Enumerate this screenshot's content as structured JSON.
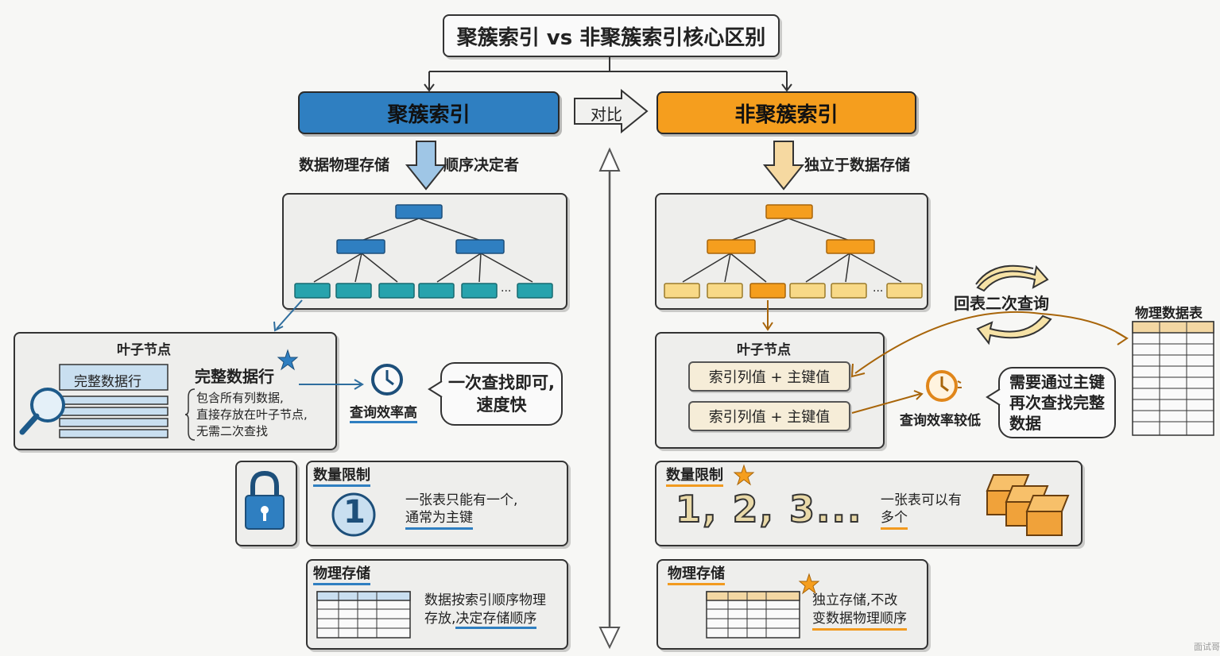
{
  "title": "聚簇索引 vs 非聚簇索引核心区别",
  "compare_label": "对比",
  "colors": {
    "clustered": "#2f7fc1",
    "nonclustered": "#f59e1e",
    "leaf_blue": "#27a3ad",
    "leaf_orange": "#f8d987"
  },
  "clustered": {
    "header": "聚簇索引",
    "arrow_left": "数据物理存储",
    "arrow_right": "顺序决定者",
    "leaf": {
      "heading": "叶子节点",
      "row_label": "完整数据行",
      "main": "完整数据行",
      "desc": [
        "包含所有列数据,",
        "直接存放在叶子节点,",
        "无需二次查找"
      ],
      "efficiency": "查询效率高",
      "bubble": [
        "一次查找即可,",
        "速度快"
      ]
    },
    "limit": {
      "heading": "数量限制",
      "number": "1",
      "text1": "一张表只能有一个,",
      "text2": "通常为主键"
    },
    "storage": {
      "heading": "物理存储",
      "text1": "数据按索引顺序物理",
      "text2_plain": "存放,",
      "text2_hl": "决定存储顺序"
    }
  },
  "nonclustered": {
    "header": "非聚簇索引",
    "arrow_label": "独立于数据存储",
    "leaf": {
      "heading": "叶子节点",
      "pill1": "索引列值 + 主键值",
      "pill2": "索引列值 + 主键值",
      "efficiency": "查询效率较低",
      "bubble": [
        "需要通过主键",
        "再次查找完整",
        "数据"
      ]
    },
    "lookup_label": "回表二次查询",
    "table_label": "物理数据表",
    "limit": {
      "heading": "数量限制",
      "numbers": "1, 2, 3...",
      "text1": "一张表可以有",
      "text2": "多个"
    },
    "storage": {
      "heading": "物理存储",
      "text1": "独立存储,不改",
      "text2": "变数据物理顺序"
    }
  },
  "tree_ellipsis": "...",
  "watermark": "面试哥"
}
